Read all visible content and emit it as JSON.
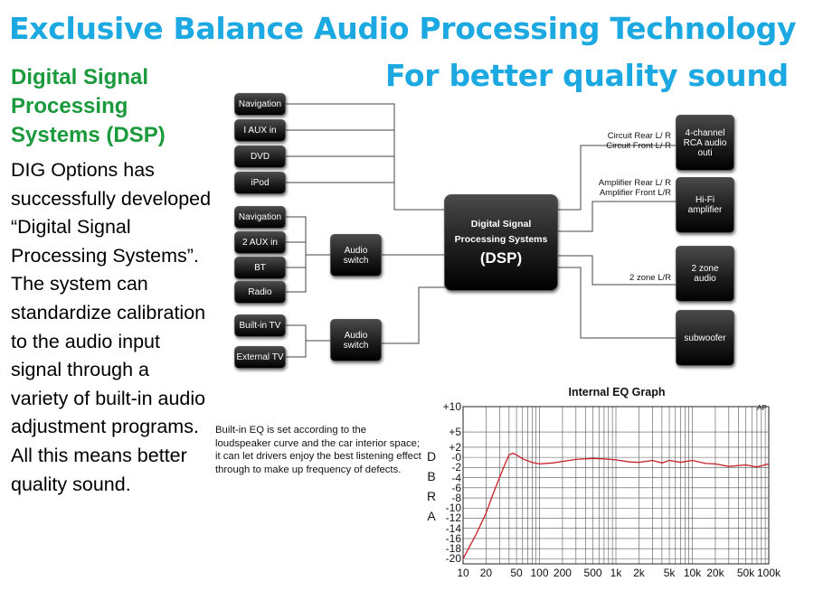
{
  "headline": {
    "line1": "Exclusive Balance Audio Processing Technology",
    "line2": "For better quality sound"
  },
  "sidebar": {
    "heading": "Digital Signal Processing Systems (DSP)",
    "body": "DIG Options has successfully developed “Digital Signal Processing Systems”. The system can standardize calibration to the audio input signal through a variety of built-in audio adjustment programs. All this means better quality sound."
  },
  "diagram": {
    "inputs_group1": [
      "Navigation",
      "I AUX in",
      "DVD",
      "iPod"
    ],
    "inputs_group2": [
      "Navigation",
      "2 AUX in",
      "BT",
      "Radio"
    ],
    "inputs_group3": [
      "Built-in TV",
      "External TV"
    ],
    "switch1": [
      "Audio",
      "switch"
    ],
    "switch2": [
      "Audio",
      "switch"
    ],
    "dsp": {
      "line1": "Digital Signal",
      "line2": "Processing Systems",
      "line3": "(DSP)"
    },
    "outputs": [
      {
        "name": [
          "4-channel",
          "RCA audio",
          "outi"
        ],
        "label": [
          "Circuit Rear L/ R",
          "Circuit Front L/ R"
        ]
      },
      {
        "name": [
          "Hi-Fi",
          "amplifier"
        ],
        "label": [
          "Amplifier Rear L/ R",
          "Amplifier Front L/R"
        ]
      },
      {
        "name": [
          "2 zone",
          "audio"
        ],
        "label": [
          "2 zone L/R"
        ]
      },
      {
        "name": [
          "subwoofer"
        ],
        "label": []
      }
    ]
  },
  "eq_description": "Built-in EQ is set according to the loudspeaker curve and the car interior space; it can let drivers enjoy the best listening effect through to make up frequency of defects.",
  "chart_data": {
    "type": "line",
    "title": "Internal EQ Graph",
    "corner_tag": "AP",
    "ylabel": "DBRA",
    "xlabel": "",
    "x_scale": "log",
    "xlim": [
      10,
      100000
    ],
    "ylim": [
      -21,
      10
    ],
    "x_ticks": [
      10,
      20,
      50,
      100,
      200,
      500,
      1000,
      2000,
      5000,
      10000,
      20000,
      50000,
      100000
    ],
    "x_tick_labels": [
      "10",
      "20",
      "50",
      "100",
      "200",
      "500",
      "1k",
      "2k",
      "5k",
      "10k",
      "20k",
      "50k",
      "100k"
    ],
    "y_ticks": [
      10,
      5,
      2,
      0,
      -2,
      -4,
      -6,
      -8,
      -10,
      -12,
      -14,
      -16,
      -18,
      -20
    ],
    "y_tick_labels": [
      "+10",
      "+5",
      "+2",
      "-0",
      "-2",
      "-4",
      "-6",
      "-8",
      "-10",
      "-12",
      "-14",
      "-16",
      "-18",
      "-20"
    ],
    "grid": true,
    "series": [
      {
        "color": "#c8202a",
        "x": [
          10,
          15,
          20,
          25,
          30,
          35,
          40,
          45,
          50,
          60,
          80,
          100,
          150,
          200,
          300,
          500,
          700,
          1000,
          1500,
          2000,
          3000,
          4000,
          5000,
          7000,
          10000,
          15000,
          20000,
          30000,
          50000,
          70000,
          100000
        ],
        "y": [
          -20,
          -15,
          -11,
          -7,
          -4,
          -1.5,
          0.5,
          0.8,
          0.5,
          -0.3,
          -1,
          -1.3,
          -1.1,
          -0.8,
          -0.4,
          -0.2,
          -0.3,
          -0.5,
          -0.9,
          -1.0,
          -0.6,
          -1.1,
          -0.6,
          -1.0,
          -0.6,
          -1.2,
          -1.3,
          -1.8,
          -1.5,
          -1.9,
          -1.3
        ]
      }
    ]
  }
}
